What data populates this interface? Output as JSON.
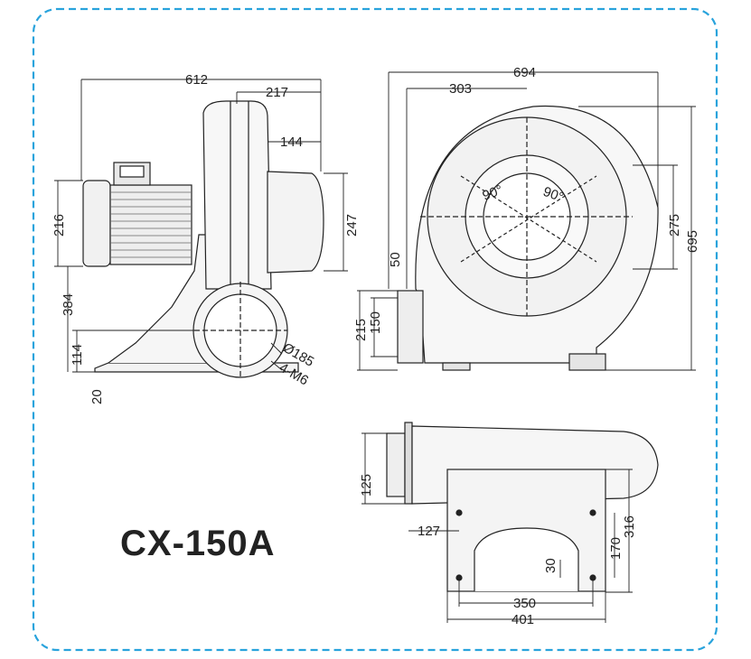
{
  "model": "CX-150A",
  "colors": {
    "border": "#29a3dc",
    "line": "#222222"
  },
  "side_view": {
    "overall_length": "612",
    "housing_width": "217",
    "outlet_depth": "144",
    "motor_height": "216",
    "inlet_height": "247",
    "center_height": "384",
    "base_height": "114",
    "base_thickness": "20",
    "outlet_diameter": "Ø185",
    "bolt_spec": "4-M6"
  },
  "front_view": {
    "overall_width": "694",
    "offset": "303",
    "inlet_diameter": "275",
    "overall_height": "695",
    "flange_dim": "50",
    "outlet_height": "215",
    "outlet_inner": "150",
    "angle_left": "90°",
    "angle_right": "90°"
  },
  "bottom_view": {
    "flange_height": "125",
    "offset": "127",
    "foot_width": "316",
    "foot_span": "170",
    "slot": "30",
    "hole_spacing": "350",
    "base_length": "401"
  }
}
